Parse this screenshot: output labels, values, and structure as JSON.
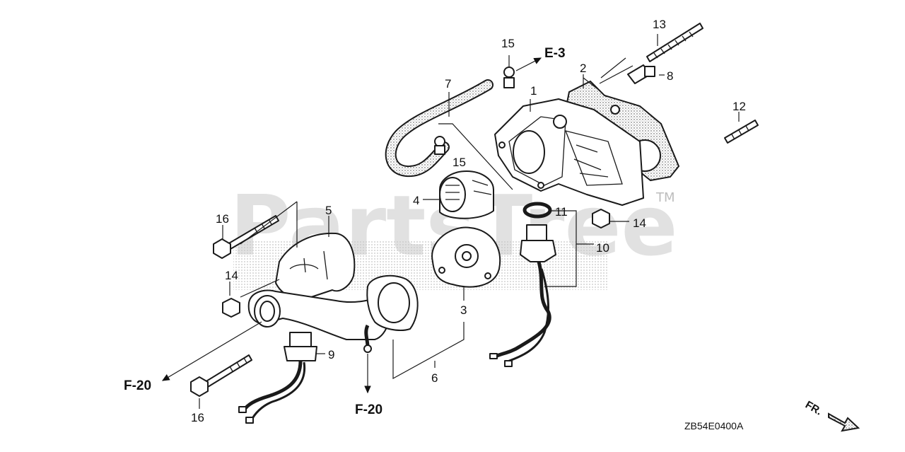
{
  "watermark": {
    "text": "PartsTree",
    "tm": "TM"
  },
  "labels": {
    "p1": "1",
    "p2": "2",
    "p3": "3",
    "p4": "4",
    "p5": "5",
    "p6": "6",
    "p7": "7",
    "p8": "8",
    "p9": "9",
    "p10": "10",
    "p11": "11",
    "p12": "12",
    "p13": "13",
    "p14a": "14",
    "p14b": "14",
    "p15a": "15",
    "p15b": "15",
    "p16a": "16",
    "p16b": "16"
  },
  "references": {
    "e3": "E-3",
    "f20_left": "F-20",
    "f20_bottom": "F-20"
  },
  "diagram_code": "ZB54E0400A",
  "front_indicator": "FR."
}
